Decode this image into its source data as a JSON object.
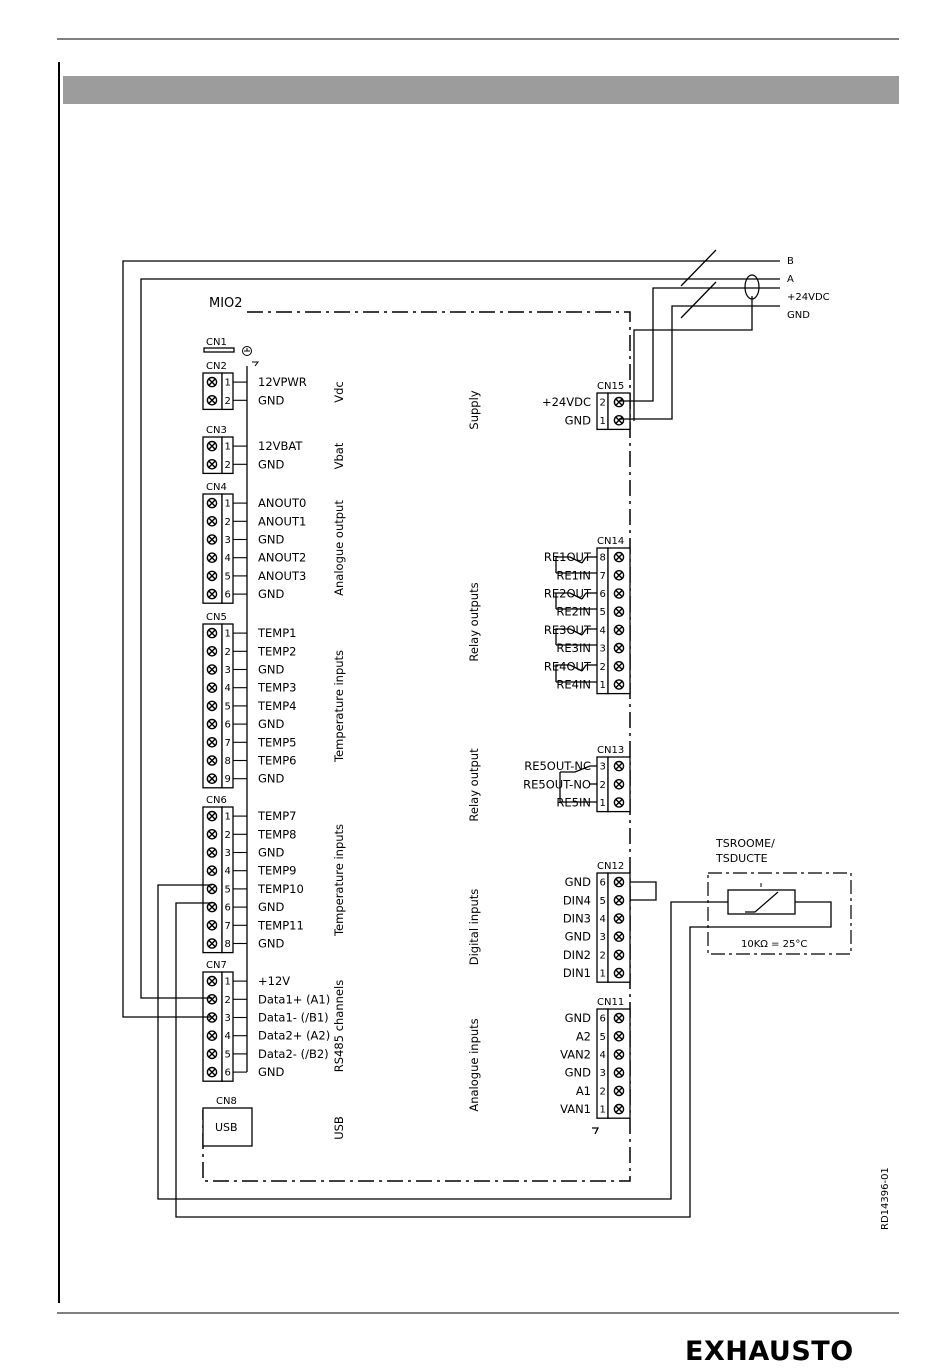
{
  "board": {
    "name": "MIO2",
    "cn1": "CN1"
  },
  "groups": [
    {
      "label": "Vdc"
    },
    {
      "label": "Vbat"
    },
    {
      "label": "Analogue output"
    },
    {
      "label": "Temperature inputs"
    },
    {
      "label": "Temperature inputs"
    },
    {
      "label": "RS485 channels"
    },
    {
      "label": "USB"
    },
    {
      "label": "Supply"
    },
    {
      "label": "Relay outputs"
    },
    {
      "label": "Relay output"
    },
    {
      "label": "Digital inputs"
    },
    {
      "label": "Analogue inputs"
    }
  ],
  "left_connectors": [
    {
      "name": "CN2",
      "pins": [
        {
          "num": "1",
          "label": "12VPWR"
        },
        {
          "num": "2",
          "label": "GND"
        }
      ]
    },
    {
      "name": "CN3",
      "pins": [
        {
          "num": "1",
          "label": "12VBAT"
        },
        {
          "num": "2",
          "label": "GND"
        }
      ]
    },
    {
      "name": "CN4",
      "pins": [
        {
          "num": "1",
          "label": "ANOUT0"
        },
        {
          "num": "2",
          "label": "ANOUT1"
        },
        {
          "num": "3",
          "label": "GND"
        },
        {
          "num": "4",
          "label": "ANOUT2"
        },
        {
          "num": "5",
          "label": "ANOUT3"
        },
        {
          "num": "6",
          "label": "GND"
        }
      ]
    },
    {
      "name": "CN5",
      "pins": [
        {
          "num": "1",
          "label": "TEMP1"
        },
        {
          "num": "2",
          "label": "TEMP2"
        },
        {
          "num": "3",
          "label": "GND"
        },
        {
          "num": "4",
          "label": "TEMP3"
        },
        {
          "num": "5",
          "label": "TEMP4"
        },
        {
          "num": "6",
          "label": "GND"
        },
        {
          "num": "7",
          "label": "TEMP5"
        },
        {
          "num": "8",
          "label": "TEMP6"
        },
        {
          "num": "9",
          "label": "GND"
        }
      ]
    },
    {
      "name": "CN6",
      "pins": [
        {
          "num": "1",
          "label": "TEMP7"
        },
        {
          "num": "2",
          "label": "TEMP8"
        },
        {
          "num": "3",
          "label": "GND"
        },
        {
          "num": "4",
          "label": "TEMP9"
        },
        {
          "num": "5",
          "label": "TEMP10"
        },
        {
          "num": "6",
          "label": "GND"
        },
        {
          "num": "7",
          "label": "TEMP11"
        },
        {
          "num": "8",
          "label": "GND"
        }
      ]
    },
    {
      "name": "CN7",
      "pins": [
        {
          "num": "1",
          "label": "+12V"
        },
        {
          "num": "2",
          "label": "Data1+ (A1)"
        },
        {
          "num": "3",
          "label": "Data1- (/B1)"
        },
        {
          "num": "4",
          "label": "Data2+ (A2)"
        },
        {
          "num": "5",
          "label": "Data2- (/B2)"
        },
        {
          "num": "6",
          "label": "GND"
        }
      ]
    }
  ],
  "cn8": {
    "name": "CN8",
    "label": "USB"
  },
  "right_connectors": [
    {
      "name": "CN15",
      "pins": [
        {
          "num": "2",
          "label": "+24VDC"
        },
        {
          "num": "1",
          "label": "GND"
        }
      ]
    },
    {
      "name": "CN14",
      "pins": [
        {
          "num": "8",
          "label": "RE1OUT"
        },
        {
          "num": "7",
          "label": "RE1IN"
        },
        {
          "num": "6",
          "label": "RE2OUT"
        },
        {
          "num": "5",
          "label": "RE2IN"
        },
        {
          "num": "4",
          "label": "RE3OUT"
        },
        {
          "num": "3",
          "label": "RE3IN"
        },
        {
          "num": "2",
          "label": "RE4OUT"
        },
        {
          "num": "1",
          "label": "RE4IN"
        }
      ]
    },
    {
      "name": "CN13",
      "pins": [
        {
          "num": "3",
          "label": "RE5OUT-NC"
        },
        {
          "num": "2",
          "label": "RE5OUT-NO"
        },
        {
          "num": "1",
          "label": "RE5IN"
        }
      ]
    },
    {
      "name": "CN12",
      "pins": [
        {
          "num": "6",
          "label": "GND"
        },
        {
          "num": "5",
          "label": "DIN4"
        },
        {
          "num": "4",
          "label": "DIN3"
        },
        {
          "num": "3",
          "label": "GND"
        },
        {
          "num": "2",
          "label": "DIN2"
        },
        {
          "num": "1",
          "label": "DIN1"
        }
      ]
    },
    {
      "name": "CN11",
      "pins": [
        {
          "num": "6",
          "label": "GND"
        },
        {
          "num": "5",
          "label": "A2"
        },
        {
          "num": "4",
          "label": "VAN2"
        },
        {
          "num": "3",
          "label": "GND"
        },
        {
          "num": "2",
          "label": "A1"
        },
        {
          "num": "1",
          "label": "VAN1"
        }
      ]
    }
  ],
  "bus": {
    "lines": [
      "B",
      "A",
      "+24VDC",
      "GND"
    ]
  },
  "sensor": {
    "name_line1": "TSROOME/",
    "name_line2": "TSDUCTE",
    "rating": "10KΩ = 25°C"
  },
  "drawing_ref": "RD14396-01",
  "brand": "EXHAUSTO",
  "colors": {
    "header_bar": "#9c9c9c",
    "line": "#000000"
  }
}
